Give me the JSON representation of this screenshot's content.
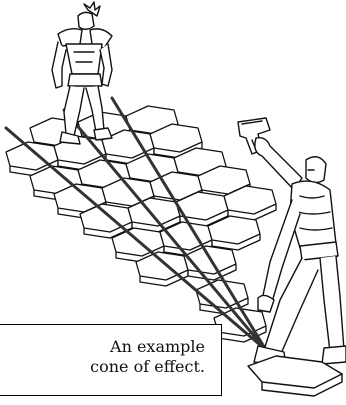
{
  "caption": {
    "line1": "An example",
    "line2": "cone of effect."
  },
  "colors": {
    "ink": "#111111",
    "paper": "#ffffff",
    "line_shadow": "#8c8c8c"
  },
  "figures": {
    "target": "armored-figure",
    "shooter": "gunman-figure",
    "weapon": "pistol-icon"
  }
}
